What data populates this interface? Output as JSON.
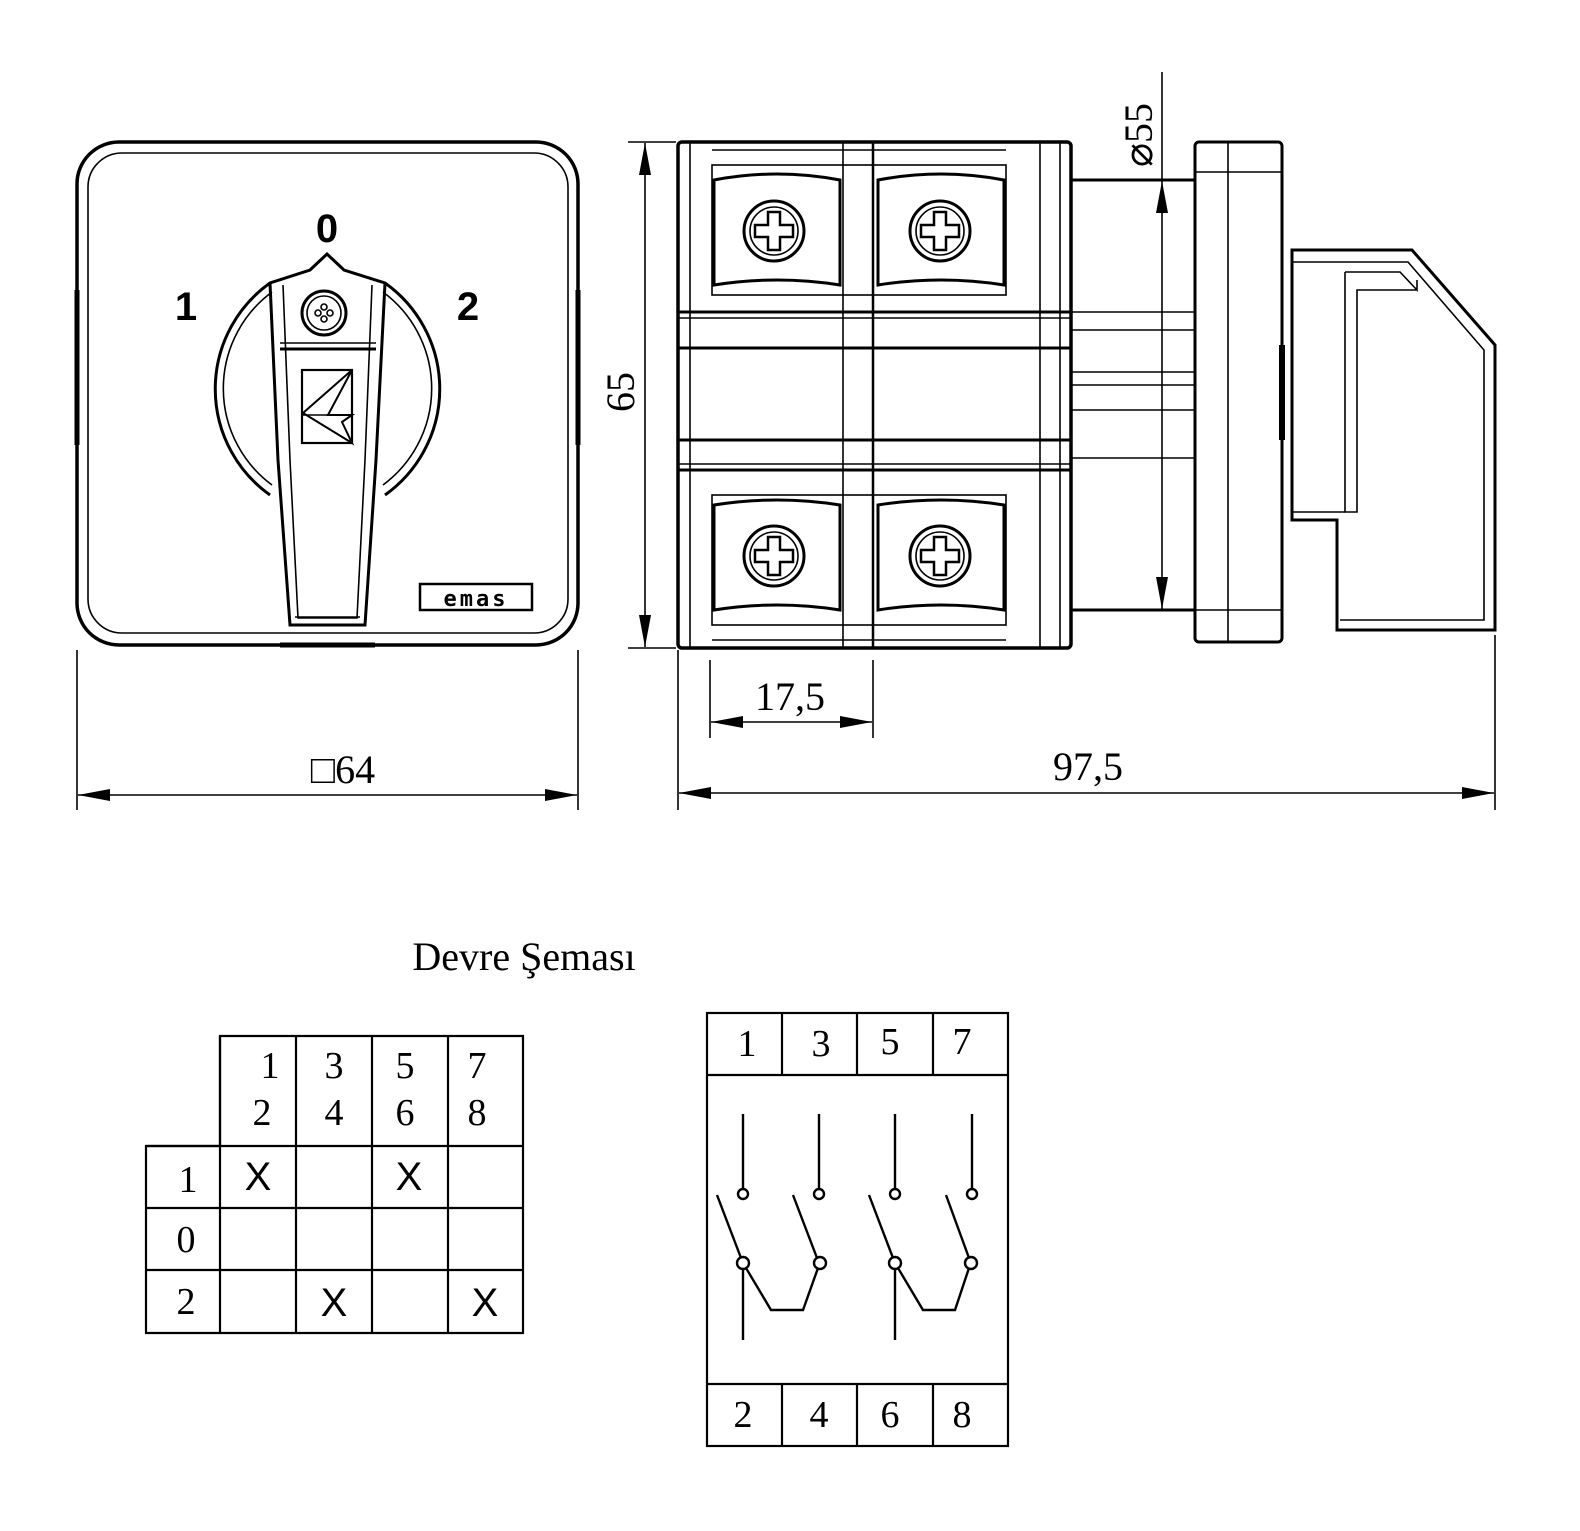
{
  "front_view": {
    "positions": {
      "left": "1",
      "center": "0",
      "right": "2"
    },
    "brand_logo": "emas",
    "dimension_width": "□64"
  },
  "side_view": {
    "dimension_height": "65",
    "dimension_diameter": "⌀55",
    "dimension_module": "17,5",
    "dimension_depth": "97,5"
  },
  "schematic": {
    "title": "Devre Şeması",
    "switching_table": {
      "terminal_columns": [
        {
          "top": "1",
          "bottom": "2"
        },
        {
          "top": "3",
          "bottom": "4"
        },
        {
          "top": "5",
          "bottom": "6"
        },
        {
          "top": "7",
          "bottom": "8"
        }
      ],
      "rows": [
        {
          "position": "1",
          "cells": [
            "X",
            "",
            "X",
            ""
          ]
        },
        {
          "position": "0",
          "cells": [
            "",
            "",
            "",
            ""
          ]
        },
        {
          "position": "2",
          "cells": [
            "",
            "X",
            "",
            "X"
          ]
        }
      ]
    },
    "circuit": {
      "top_terminals": [
        "1",
        "3",
        "5",
        "7"
      ],
      "bottom_terminals": [
        "2",
        "4",
        "6",
        "8"
      ]
    }
  }
}
